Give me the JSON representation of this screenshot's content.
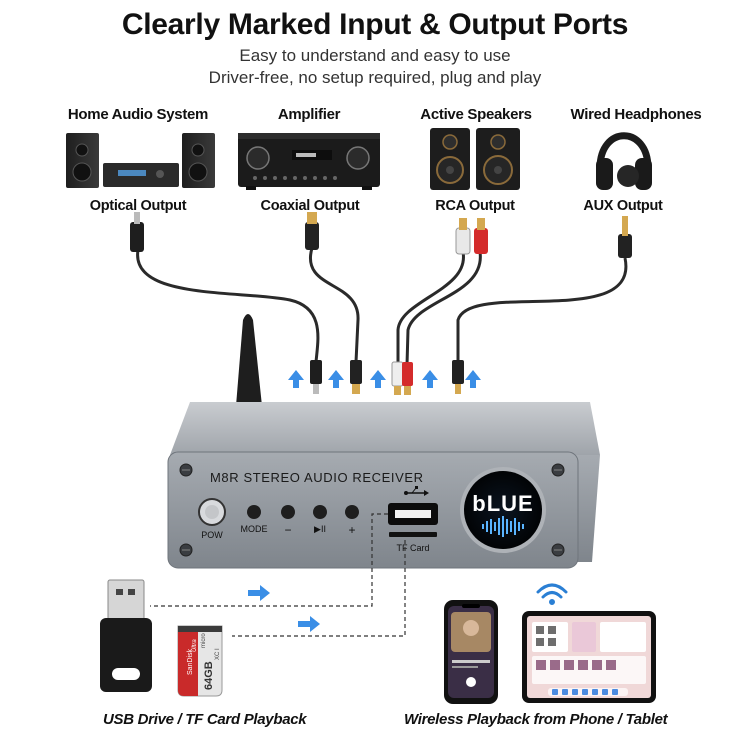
{
  "header": {
    "title": "Clearly Marked Input & Output Ports",
    "subtitle1": "Easy to understand and easy to use",
    "subtitle2": "Driver-free, no setup required, plug and play"
  },
  "devices": [
    {
      "name": "Home Audio System",
      "output": "Optical Output"
    },
    {
      "name": "Amplifier",
      "output": "Coaxial Output"
    },
    {
      "name": "Active Speakers",
      "output": "RCA Output"
    },
    {
      "name": "Wired Headphones",
      "output": "AUX Output"
    }
  ],
  "receiver": {
    "model_label": "M8R STEREO AUDIO RECEIVER",
    "display_text": "bLUE",
    "pow_label": "POW",
    "mode_label": "MODE",
    "minus_label": "−",
    "play_label": "▶II",
    "plus_label": "+",
    "tf_label": "TF Card",
    "usb_symbol": "⭠"
  },
  "sd_card": {
    "brand": "SanDisk",
    "line": "Ultra",
    "capacity": "64GB",
    "micro": "micro",
    "class": "XC I"
  },
  "captions": {
    "left": "USB Drive / TF Card Playback",
    "right": "Wireless Playback from Phone / Tablet"
  },
  "colors": {
    "accent_arrow": "#3a8ee6",
    "wifi": "#2a7fd4",
    "panel": "#9aa0a6"
  }
}
